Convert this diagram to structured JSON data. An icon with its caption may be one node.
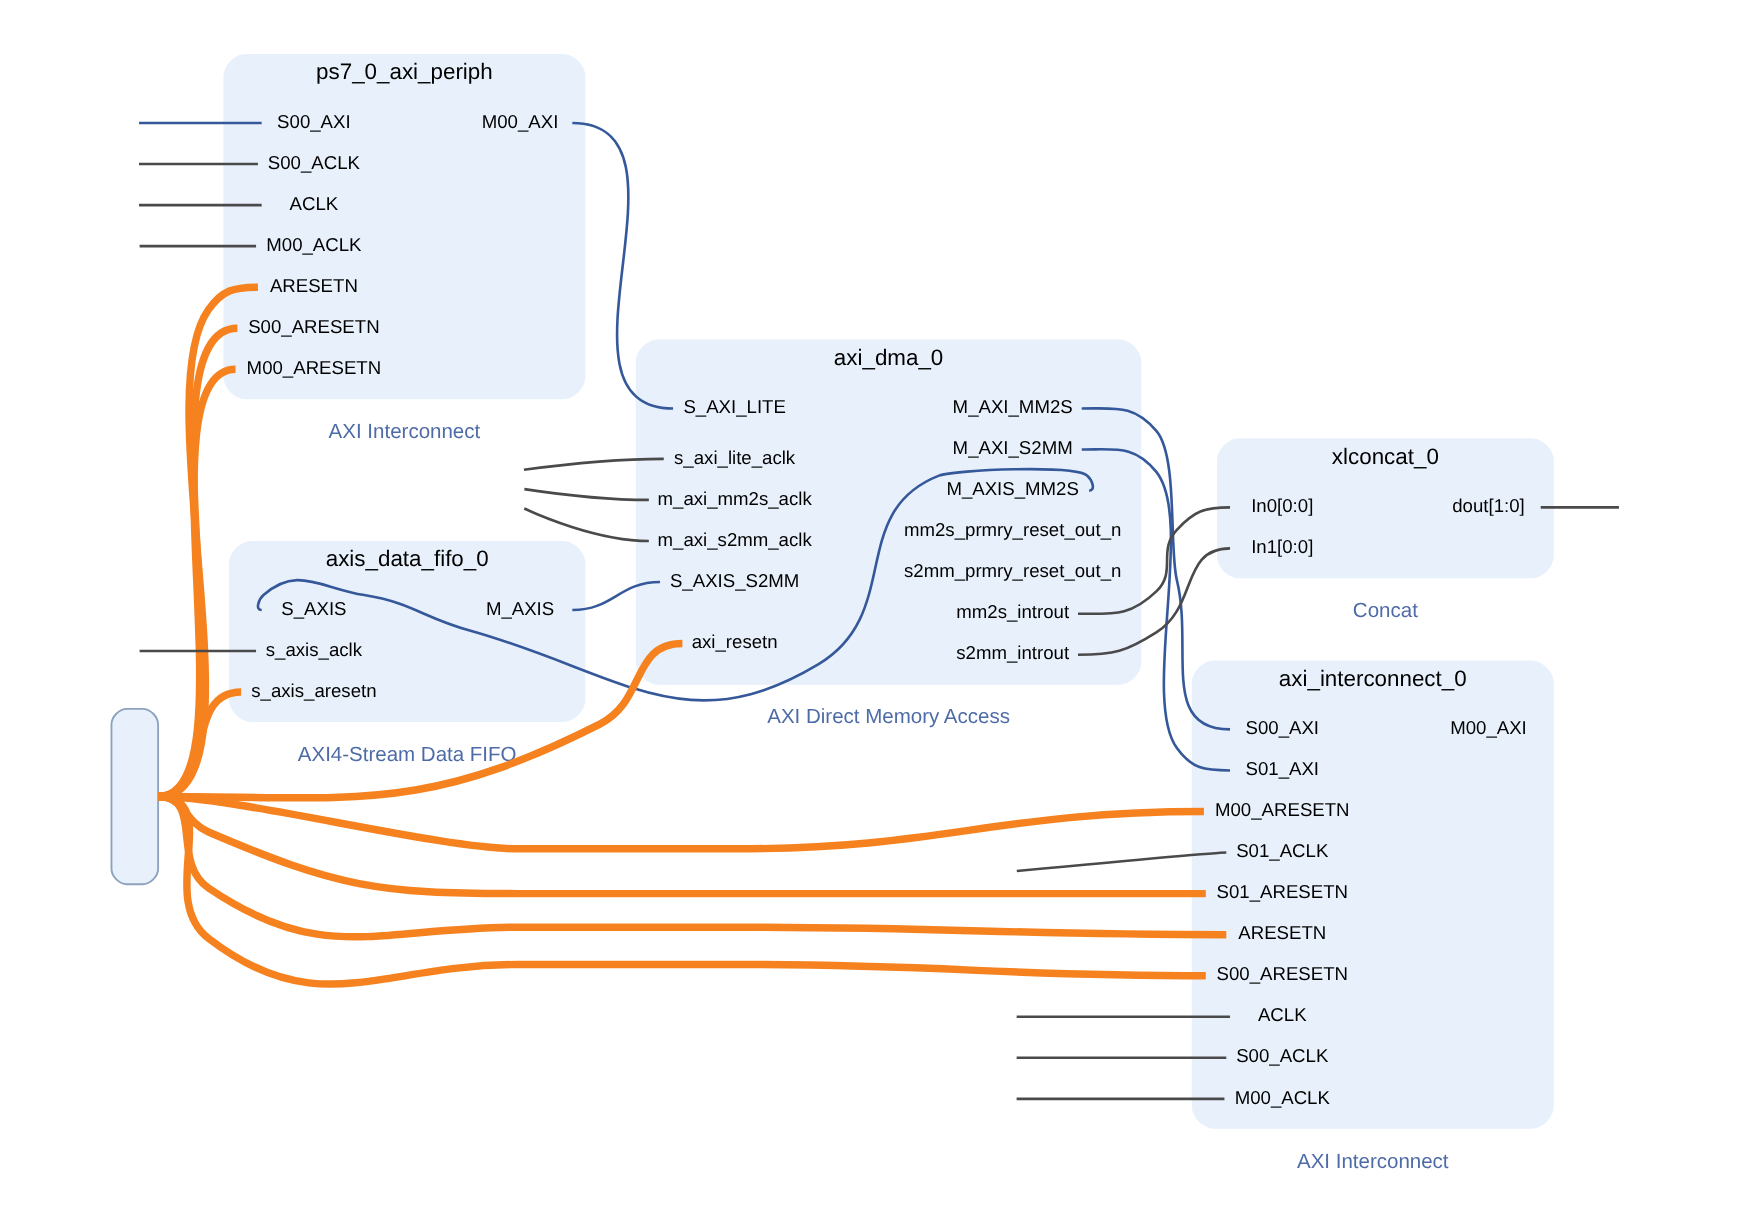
{
  "diagram": {
    "nodes": [
      {
        "text": [
          "axis_data_fifo_0"
        ],
        "beside": [
          "AXI4-Stream Data FIFO"
        ]
      },
      {
        "text": [
          "S_AXIS"
        ],
        "in": 0
      },
      {
        "text": [
          "s_axis_aresetn"
        ],
        "in": 0
      },
      {
        "text": [
          "s_axis_aclk"
        ],
        "in": 0
      },
      {
        "text": [
          "M_AXIS"
        ],
        "in": 0
      },
      {
        "text": [
          "axi_dma_0"
        ],
        "beside": [
          "AXI Direct Memory Access"
        ]
      },
      {
        "text": [
          "S_AXI_LITE"
        ],
        "in": 5
      },
      {
        "text": [
          "S_AXIS_S2MM"
        ],
        "in": 5
      },
      {
        "text": [
          "s_axi_lite_aclk"
        ],
        "in": 5
      },
      {
        "text": [
          "m_axi_mm2s_aclk"
        ],
        "in": 5
      },
      {
        "text": [
          "m_axi_s2mm_aclk"
        ],
        "in": 5
      },
      {
        "text": [
          "axi_resetn"
        ],
        "in": 5
      },
      {
        "text": [
          "M_AXI_MM2S"
        ],
        "in": 5
      },
      {
        "text": [
          "M_AXI_S2MM"
        ],
        "in": 5
      },
      {
        "text": [
          "M_AXIS_MM2S"
        ],
        "in": 5
      },
      {
        "text": [
          "mm2s_prmry_reset_out_n"
        ],
        "in": 5
      },
      {
        "text": [
          "s2mm_prmry_reset_out_n"
        ],
        "in": 5
      },
      {
        "text": [
          "mm2s_introut"
        ],
        "in": 5
      },
      {
        "text": [
          "s2mm_introut"
        ],
        "in": 5
      },
      {
        "text": [
          "axi_interconnect_0"
        ],
        "beside": [
          "AXI Interconnect"
        ]
      },
      {
        "text": [
          "S00_AXI"
        ],
        "in": 19
      },
      {
        "text": [
          "S01_AXI"
        ],
        "in": 19
      },
      {
        "text": [
          "ACLK"
        ],
        "in": 19
      },
      {
        "text": [
          "ARESETN"
        ],
        "in": 19
      },
      {
        "text": [
          "S00_ACLK"
        ],
        "in": 19
      },
      {
        "text": [
          "S00_ARESETN"
        ],
        "in": 19
      },
      {
        "text": [
          "M00_ACLK"
        ],
        "in": 19
      },
      {
        "text": [
          "M00_ARESETN"
        ],
        "in": 19
      },
      {
        "text": [
          "S01_ACLK"
        ],
        "in": 19
      },
      {
        "text": [
          "S01_ARESETN"
        ],
        "in": 19
      },
      {
        "text": [
          "M00_AXI"
        ],
        "in": 19
      },
      {
        "text": [
          "xlconcat_0"
        ],
        "beside": [
          "Concat"
        ]
      },
      {
        "text": [
          "In0[0:0]"
        ],
        "in": 31
      },
      {
        "text": [
          "In1[0:0]"
        ],
        "in": 31
      },
      {
        "text": [
          "dout[1:0]"
        ],
        "in": 31
      },
      {
        "text": [],
        "shape": "box"
      },
      {
        "text": [
          "ps7_0_axi_periph"
        ],
        "beside": [
          "AXI Interconnect"
        ]
      },
      {
        "text": [
          "S00_AXI"
        ],
        "in": 36
      },
      {
        "text": [
          "ACLK"
        ],
        "in": 36
      },
      {
        "text": [
          "ARESETN"
        ],
        "in": 36
      },
      {
        "text": [
          "S00_ACLK"
        ],
        "in": 36
      },
      {
        "text": [
          "S00_ARESETN"
        ],
        "in": 36
      },
      {
        "text": [
          "M00_ACLK"
        ],
        "in": 36
      },
      {
        "text": [
          "M00_ARESETN"
        ],
        "in": 36
      },
      {
        "text": [
          "M00_AXI"
        ],
        "in": 36
      }
    ],
    "edges": [
      {
        "from": 14,
        "to": 1,
        "arrow": "none",
        "color": "#35589a"
      },
      {
        "from": 4,
        "to": 7,
        "arrow": "none",
        "color": "#35589a"
      },
      {
        "from": 12,
        "to": 20,
        "arrow": "none",
        "color": "#35589a"
      },
      {
        "from": 13,
        "to": 21,
        "arrow": "none",
        "color": "#35589a"
      },
      {
        "from": 44,
        "to": 6,
        "arrow": "none",
        "color": "#35589a"
      },
      {
        "from": null,
        "to": 37,
        "arrow": "none",
        "color": "#35589a"
      },
      {
        "from": 35,
        "to": 2,
        "arrow": "none",
        "style": "thick",
        "color": "#f5821f"
      },
      {
        "from": 35,
        "to": 11,
        "arrow": "none",
        "style": "thick",
        "color": "#f5821f"
      },
      {
        "from": 35,
        "to": 23,
        "arrow": "none",
        "style": "thick",
        "color": "#f5821f"
      },
      {
        "from": 35,
        "to": 25,
        "arrow": "none",
        "style": "thick",
        "color": "#f5821f"
      },
      {
        "from": 35,
        "to": 27,
        "arrow": "none",
        "style": "thick",
        "color": "#f5821f"
      },
      {
        "from": 35,
        "to": 29,
        "arrow": "none",
        "style": "thick",
        "color": "#f5821f"
      },
      {
        "from": 35,
        "to": 39,
        "arrow": "none",
        "style": "thick",
        "color": "#f5821f"
      },
      {
        "from": 35,
        "to": 41,
        "arrow": "none",
        "style": "thick",
        "color": "#f5821f"
      },
      {
        "from": 35,
        "to": 43,
        "arrow": "none",
        "style": "thick",
        "color": "#f5821f"
      },
      {
        "from": 17,
        "to": 32,
        "arrow": "none"
      },
      {
        "from": 18,
        "to": 33,
        "arrow": "none"
      },
      {
        "from": 34,
        "to": null,
        "arrow": "none"
      },
      {
        "from": null,
        "to": 3,
        "arrow": "none"
      },
      {
        "from": null,
        "to": 8,
        "arrow": "none"
      },
      {
        "from": null,
        "to": 9,
        "arrow": "none"
      },
      {
        "from": null,
        "to": 10,
        "arrow": "none"
      },
      {
        "from": null,
        "to": 22,
        "arrow": "none"
      },
      {
        "from": null,
        "to": 24,
        "arrow": "none"
      },
      {
        "from": null,
        "to": 26,
        "arrow": "none"
      },
      {
        "from": null,
        "to": 28,
        "arrow": "none"
      },
      {
        "from": null,
        "to": 38,
        "arrow": "none"
      },
      {
        "from": null,
        "to": 40,
        "arrow": "none"
      },
      {
        "from": null,
        "to": 42,
        "arrow": "none"
      }
    ]
  }
}
